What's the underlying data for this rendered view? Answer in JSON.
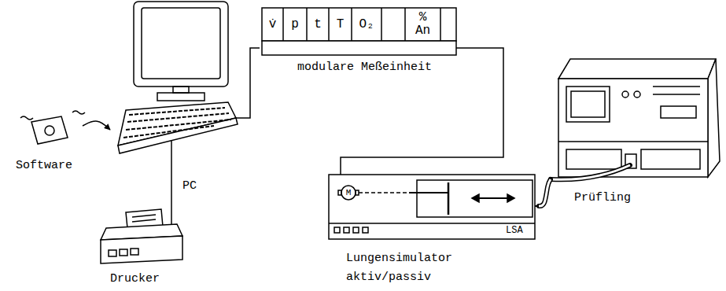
{
  "diagram": {
    "nodes": [
      {
        "text": [
          "Software"
        ]
      },
      {
        "text": [
          "PC"
        ]
      },
      {
        "text": [
          "Drucker"
        ]
      },
      {
        "text": [
          "modulare Meßeinheit"
        ]
      },
      {
        "text": [
          "v̇"
        ],
        "in": 3
      },
      {
        "text": [
          "p"
        ],
        "in": 3
      },
      {
        "text": [
          "t"
        ],
        "in": 3
      },
      {
        "text": [
          "T"
        ],
        "in": 3
      },
      {
        "text": [
          "O₂"
        ],
        "in": 3
      },
      {
        "text": [
          "% An"
        ],
        "in": 3
      },
      {
        "text": [
          "LSA",
          "Lungensimulator aktiv/passiv"
        ]
      },
      {
        "text": [
          "Prüfling"
        ]
      }
    ],
    "edges": [
      {
        "from": 0,
        "to": 1,
        "arrow": "to"
      },
      {
        "from": 1,
        "to": 2,
        "arrow": "none"
      },
      {
        "from": 1,
        "to": 3,
        "arrow": "none"
      },
      {
        "from": 3,
        "to": 10,
        "arrow": "none"
      },
      {
        "from": 10,
        "to": 11,
        "arrow": "none"
      }
    ],
    "labels": [
      "M"
    ]
  }
}
